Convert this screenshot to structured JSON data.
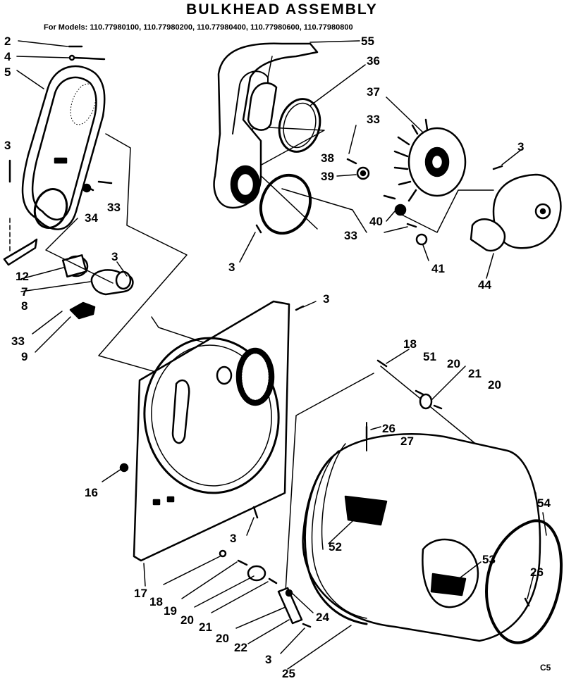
{
  "title": "BULKHEAD ASSEMBLY",
  "models_line": "For Models: 110.77980100, 110.77980200, 110.77980400, 110.77980600, 110.77980800",
  "callouts": [
    "2",
    "4",
    "5",
    "3",
    "34",
    "33",
    "12",
    "7",
    "8",
    "3",
    "33",
    "9",
    "55",
    "36",
    "37",
    "33",
    "3",
    "38",
    "39",
    "40",
    "33",
    "41",
    "44",
    "3",
    "3",
    "18",
    "51",
    "20",
    "21",
    "20",
    "16",
    "26",
    "27",
    "52",
    "3",
    "54",
    "53",
    "26",
    "17",
    "18",
    "19",
    "20",
    "21",
    "20",
    "22",
    "24",
    "3",
    "25"
  ],
  "sheet_code": "C5"
}
